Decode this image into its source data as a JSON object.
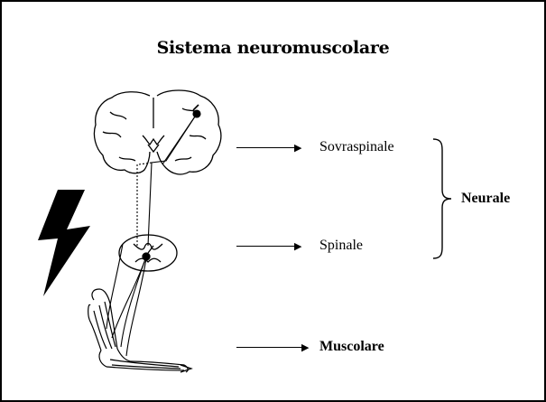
{
  "title": "Sistema neuromuscolare",
  "levels": [
    {
      "label": "Sovraspinale",
      "bold": false
    },
    {
      "label": "Spinale",
      "bold": false
    },
    {
      "label": "Muscolare",
      "bold": true
    }
  ],
  "group_label": "Neurale",
  "colors": {
    "stroke": "#000000",
    "background": "#ffffff"
  },
  "icons": [
    "lightning-bolt-icon",
    "brain-illustration",
    "spinal-cord-illustration",
    "leg-illustration"
  ]
}
